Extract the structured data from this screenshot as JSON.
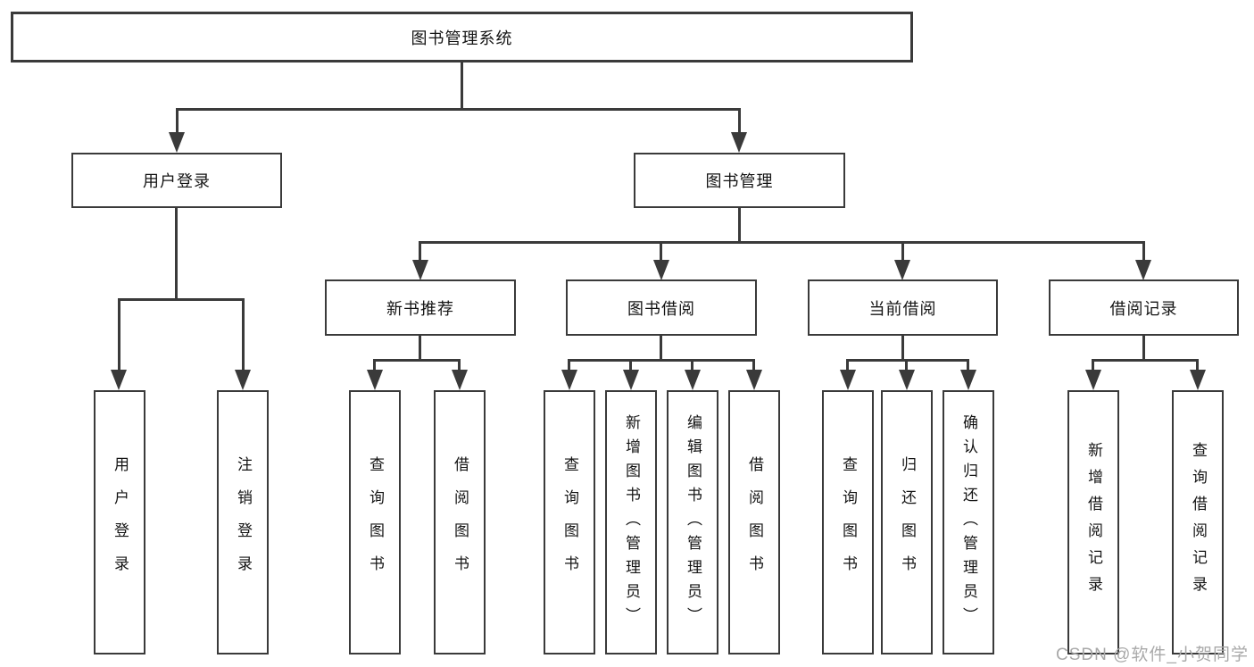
{
  "tree": {
    "label": "图书管理系统",
    "children": [
      {
        "label": "用户登录",
        "children": [
          {
            "label": "用户登录"
          },
          {
            "label": "注销登录"
          }
        ]
      },
      {
        "label": "图书管理",
        "children": [
          {
            "label": "新书推荐",
            "children": [
              {
                "label": "查询图书"
              },
              {
                "label": "借阅图书"
              }
            ]
          },
          {
            "label": "图书借阅",
            "children": [
              {
                "label": "查询图书"
              },
              {
                "label": "新增图书（管理员）"
              },
              {
                "label": "编辑图书（管理员）"
              },
              {
                "label": "借阅图书"
              }
            ]
          },
          {
            "label": "当前借阅",
            "children": [
              {
                "label": "查询图书"
              },
              {
                "label": "归还图书"
              },
              {
                "label": "确认归还（管理员）"
              }
            ]
          },
          {
            "label": "借阅记录",
            "children": [
              {
                "label": "新增借阅记录"
              },
              {
                "label": "查询借阅记录"
              }
            ]
          }
        ]
      }
    ]
  },
  "watermark": {
    "text": "CSDN @软件_小贺同学",
    "color": "#a9a9a9"
  },
  "colors": {
    "line": "#3a3a3a",
    "box_border": "#3a3a3a",
    "text": "#141414",
    "background": "#ffffff"
  }
}
